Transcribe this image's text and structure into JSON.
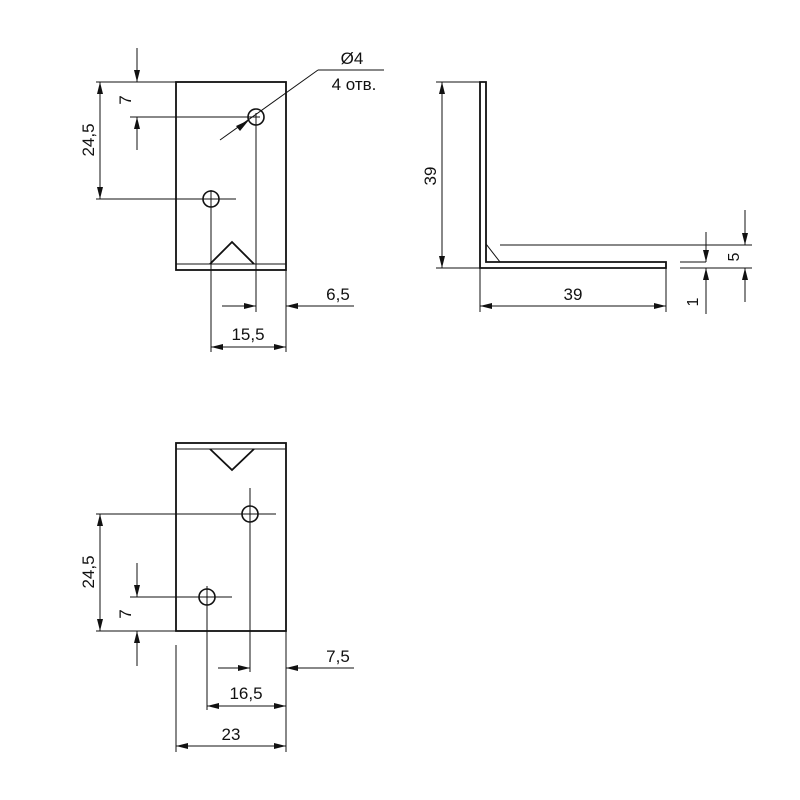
{
  "hole_callout": {
    "diameter": "Ø4",
    "count": "4 отв."
  },
  "front_view_top": {
    "dim_hole_height_inner": "7",
    "dim_hole_height_outer": "24,5",
    "dim_hole_offset_right": "6,5",
    "dim_hole_spacing": "15,5"
  },
  "side_view": {
    "dim_height": "39",
    "dim_width": "39",
    "dim_rib": "5",
    "dim_thickness": "1"
  },
  "front_view_bottom": {
    "dim_hole_height_outer": "24,5",
    "dim_hole_height_inner": "7",
    "dim_hole_offset_right": "7,5",
    "dim_hole_spacing": "16,5",
    "dim_total_width": "23"
  }
}
